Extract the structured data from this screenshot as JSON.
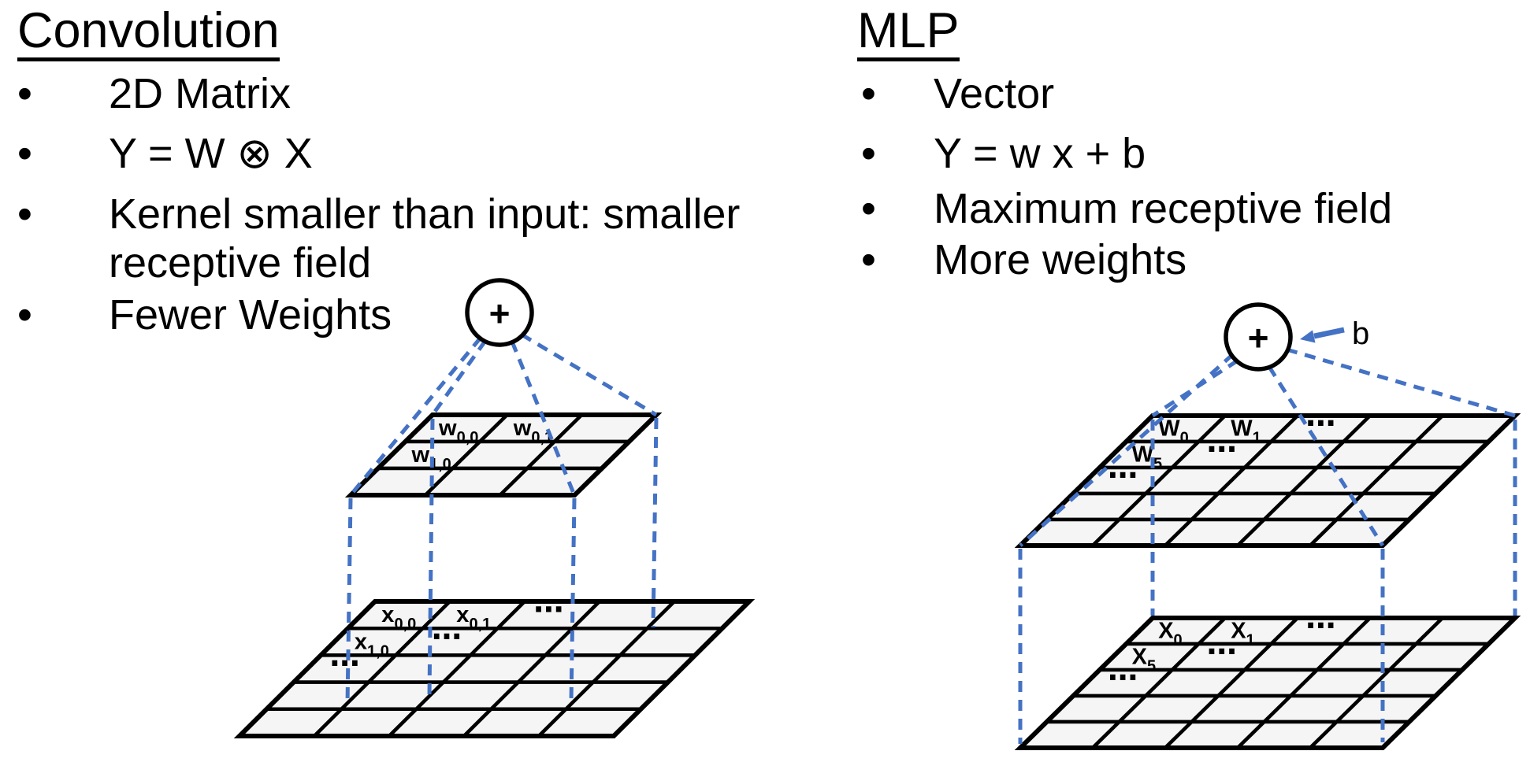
{
  "colors": {
    "accent_blue": "#4472C4",
    "ink": "#000000",
    "cell_fill": "#F5F5F5"
  },
  "left_panel": {
    "title": "Convolution",
    "bullets": [
      {
        "lines": [
          "2D Matrix"
        ]
      },
      {
        "lines": [
          "Y = W ⊗ X"
        ]
      },
      {
        "lines": [
          "Kernel smaller than input: smaller",
          "receptive field"
        ]
      },
      {
        "lines": [
          "Fewer Weights"
        ]
      }
    ],
    "diagram": {
      "sum_node_label": "+",
      "kernel_grid": {
        "rows": 3,
        "cols": 3,
        "labels": [
          {
            "r": 0,
            "c": 0,
            "base": "w",
            "sub": "0,0"
          },
          {
            "r": 0,
            "c": 1,
            "base": "w",
            "sub": "0,1"
          },
          {
            "r": 1,
            "c": 0,
            "base": "w",
            "sub": "1,0"
          }
        ]
      },
      "input_grid": {
        "rows": 5,
        "cols": 5,
        "labels": [
          {
            "r": 0,
            "c": 0,
            "base": "x",
            "sub": "0,0"
          },
          {
            "r": 0,
            "c": 1,
            "base": "x",
            "sub": "0,1"
          },
          {
            "r": 0,
            "c": 2,
            "base": "⋯",
            "sub": ""
          },
          {
            "r": 1,
            "c": 0,
            "base": "x",
            "sub": "1,0"
          },
          {
            "r": 1,
            "c": 1,
            "base": "⋯",
            "sub": ""
          },
          {
            "r": 2,
            "c": 0,
            "base": "⋯",
            "sub": ""
          }
        ]
      }
    }
  },
  "right_panel": {
    "title": "MLP",
    "bullets": [
      {
        "lines": [
          "Vector"
        ]
      },
      {
        "lines": [
          "Y = w x + b"
        ]
      },
      {
        "lines": [
          "Maximum receptive field"
        ]
      },
      {
        "lines": [
          "More weights"
        ]
      }
    ],
    "diagram": {
      "sum_node_label": "+",
      "bias_label": "b",
      "weight_grid": {
        "rows": 5,
        "cols": 5,
        "labels": [
          {
            "r": 0,
            "c": 0,
            "base": "W",
            "sub": "0"
          },
          {
            "r": 0,
            "c": 1,
            "base": "W",
            "sub": "1"
          },
          {
            "r": 0,
            "c": 2,
            "base": "⋯",
            "sub": ""
          },
          {
            "r": 1,
            "c": 0,
            "base": "W",
            "sub": "5"
          },
          {
            "r": 1,
            "c": 1,
            "base": "⋯",
            "sub": ""
          },
          {
            "r": 2,
            "c": 0,
            "base": "⋯",
            "sub": ""
          }
        ]
      },
      "input_grid": {
        "rows": 5,
        "cols": 5,
        "labels": [
          {
            "r": 0,
            "c": 0,
            "base": "X",
            "sub": "0"
          },
          {
            "r": 0,
            "c": 1,
            "base": "X",
            "sub": "1"
          },
          {
            "r": 0,
            "c": 2,
            "base": "⋯",
            "sub": ""
          },
          {
            "r": 1,
            "c": 0,
            "base": "X",
            "sub": "5"
          },
          {
            "r": 1,
            "c": 1,
            "base": "⋯",
            "sub": ""
          },
          {
            "r": 2,
            "c": 0,
            "base": "⋯",
            "sub": ""
          }
        ]
      }
    }
  }
}
